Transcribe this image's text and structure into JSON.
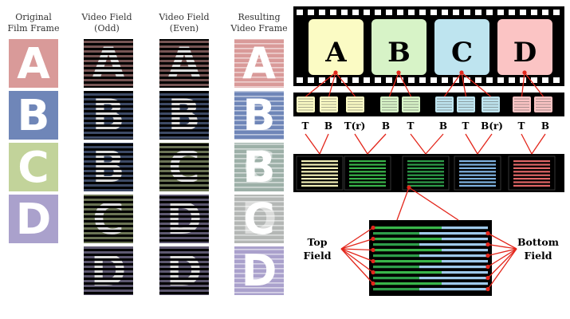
{
  "columns": [
    {
      "line1": "Original",
      "line2": "Film Frame"
    },
    {
      "line1": "Video Field",
      "line2": "(Odd)"
    },
    {
      "line1": "Video Field",
      "line2": "(Even)"
    },
    {
      "line1": "Resulting",
      "line2": "Video Frame"
    }
  ],
  "frame_letters": [
    "A",
    "B",
    "C",
    "D"
  ],
  "frame_colors": [
    "#d99a99",
    "#6f86b8",
    "#c2d39a",
    "#aaa1cc"
  ],
  "odd_field_sequence": [
    "A",
    "B",
    "B",
    "C",
    "D"
  ],
  "even_field_sequence": [
    "A",
    "B",
    "C",
    "D",
    "D"
  ],
  "result_sequence": [
    "A",
    "B",
    "BC",
    "CD",
    "D"
  ],
  "film_colors": [
    "#fbfbc4",
    "#d7f3c7",
    "#bee4ef",
    "#fbc4c4"
  ],
  "field_labels": [
    "T",
    "B",
    "T(r)",
    "B",
    "T",
    "B",
    "T",
    "B(r)",
    "T",
    "B"
  ],
  "output_frame_colors": [
    "#f2f0b8",
    "#39b54a",
    "#2e9d4a",
    "#7fb2e0",
    "#e06666"
  ],
  "top_field_label": {
    "line1": "Top",
    "line2": "Field"
  },
  "bottom_field_label": {
    "line1": "Bottom",
    "line2": "Field"
  },
  "accent_red": "#e3261b"
}
